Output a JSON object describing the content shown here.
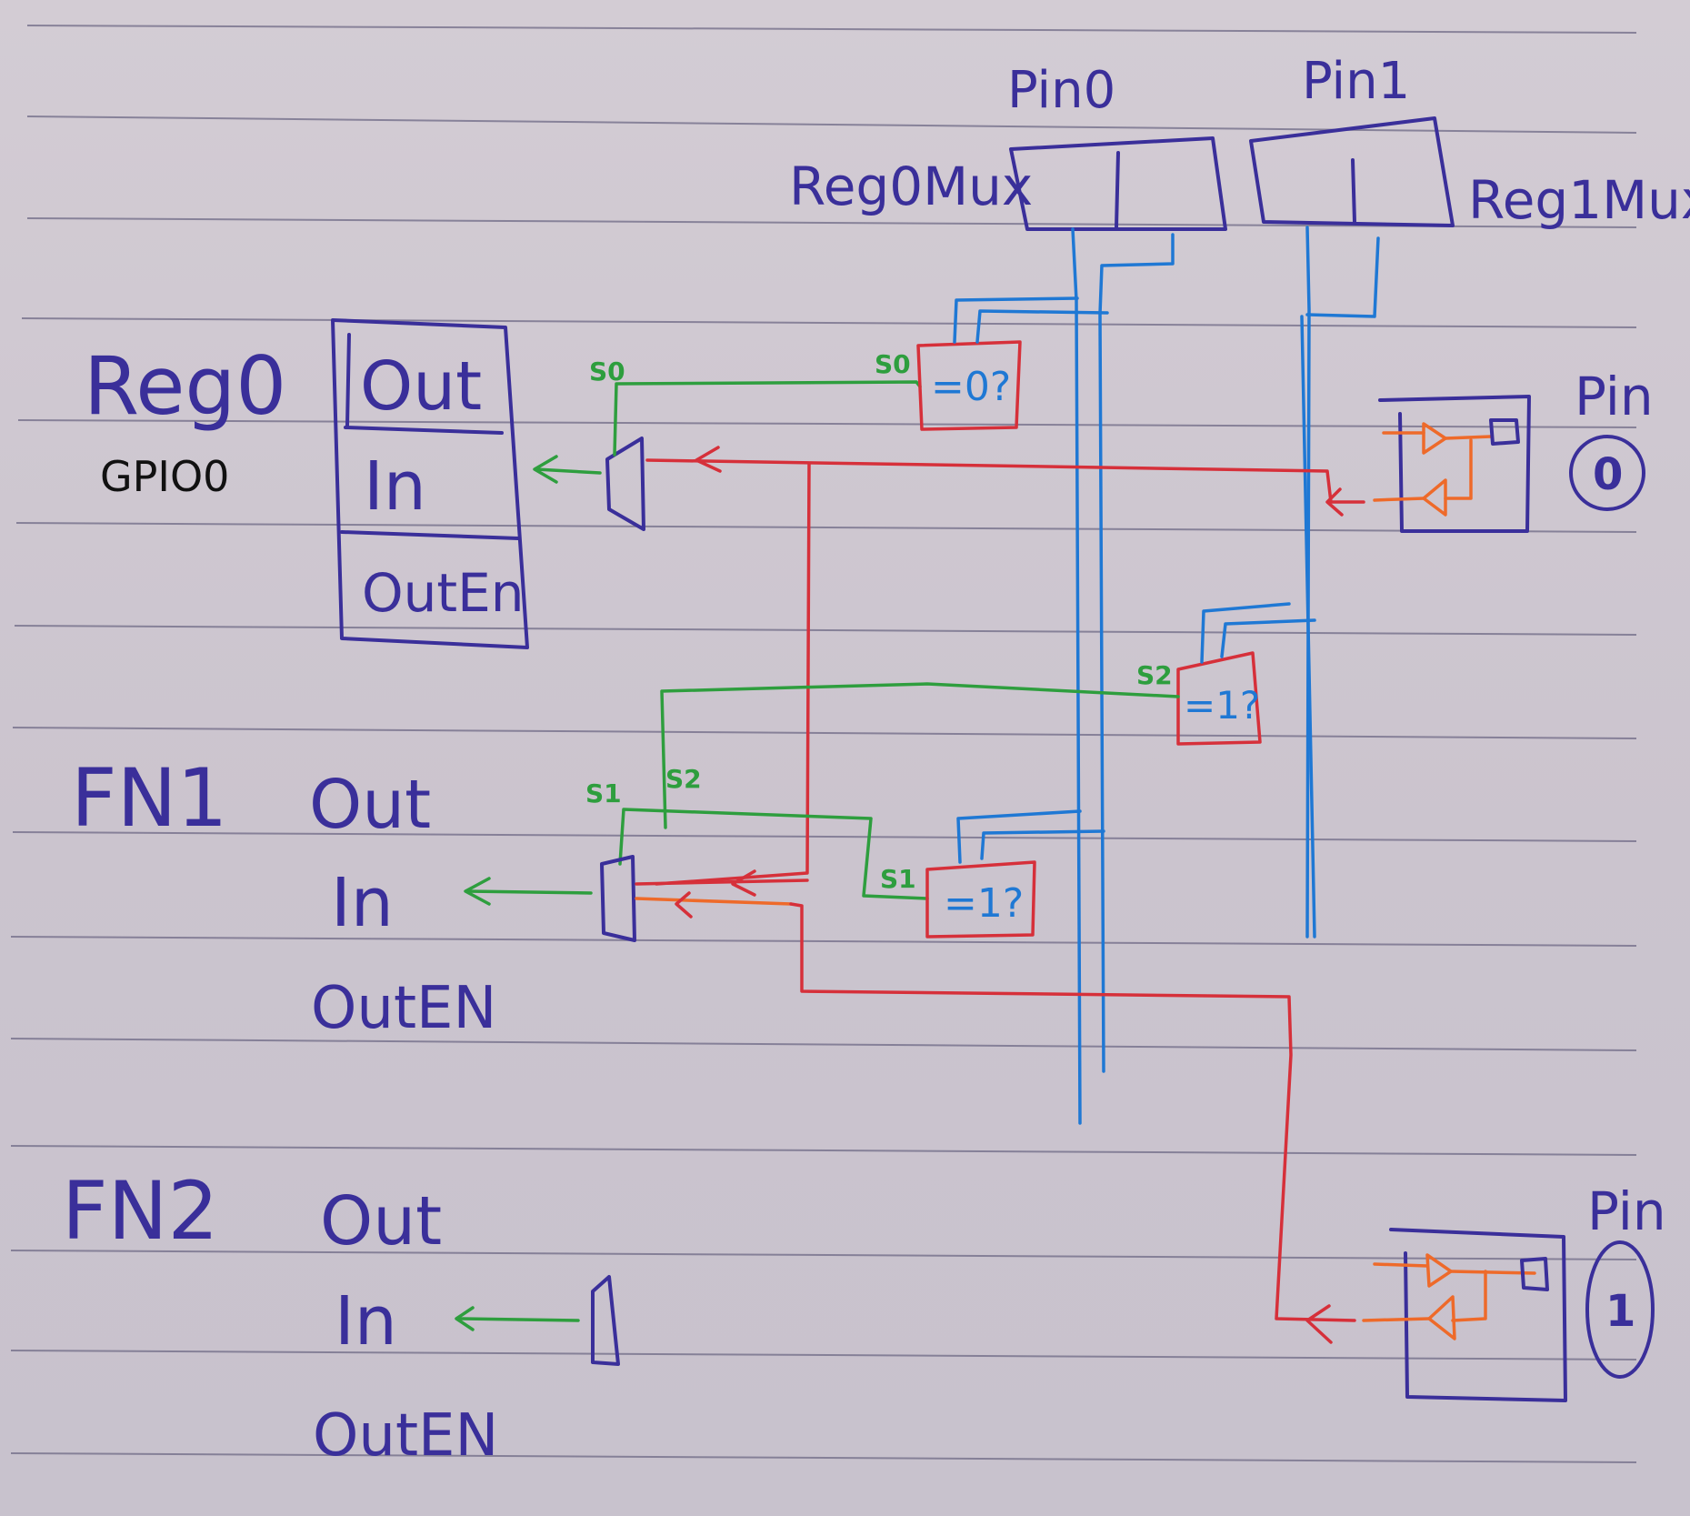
{
  "annotation": {
    "label": "GPIO0"
  },
  "pin_headers": [
    {
      "label": "Pin0"
    },
    {
      "label": "Pin1"
    }
  ],
  "mux_registers": [
    {
      "label": "Reg0Mux"
    },
    {
      "label": "Reg1Mux"
    }
  ],
  "reg0": {
    "title": "Reg0",
    "fields": [
      "Out",
      "In",
      "OutEn"
    ]
  },
  "fn1": {
    "title": "FN1",
    "fields": [
      "Out",
      "In",
      "OutEN"
    ]
  },
  "fn2": {
    "title": "FN2",
    "fields": [
      "Out",
      "In",
      "OutEN"
    ]
  },
  "comparators": [
    {
      "label": "=0?",
      "select": "S0"
    },
    {
      "label": "=1?",
      "select": "S2"
    },
    {
      "label": "=1?",
      "select": "S1"
    }
  ],
  "mux_select_labels": {
    "reg0_mux": "S0",
    "fn1_mux_a": "S1",
    "fn1_mux_b": "S2"
  },
  "pins": [
    {
      "label": "Pin",
      "number": "0"
    },
    {
      "label": "Pin",
      "number": "1"
    }
  ],
  "colors": {
    "ink": "#3a2f9a",
    "select_bus": "#1f78d4",
    "input_signal": "#d6303a",
    "mux_select": "#2e9e3e",
    "buffer": "#ee6a2a"
  }
}
